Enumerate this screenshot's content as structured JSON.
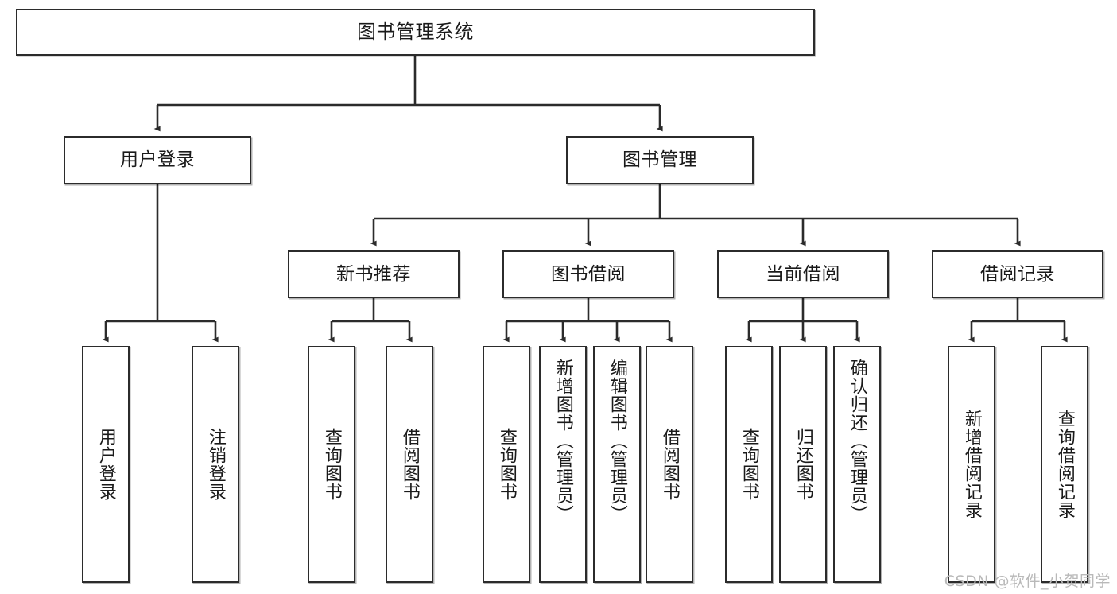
{
  "diagram": {
    "title": "图书管理系统",
    "type": "tree",
    "colors": {
      "box_border": "#2b2b2b",
      "box_fill": "#ffffff",
      "edge": "#2b2b2b",
      "text": "#1a1a1a",
      "watermark": "#b9b9b9"
    },
    "root": {
      "label": "图书管理系统"
    },
    "level1": [
      {
        "id": "user-login",
        "label": "用户登录"
      },
      {
        "id": "book-management",
        "label": "图书管理"
      }
    ],
    "level2": [
      {
        "id": "new-book-recommend",
        "label": "新书推荐",
        "parent": "book-management"
      },
      {
        "id": "book-borrow",
        "label": "图书借阅",
        "parent": "book-management"
      },
      {
        "id": "current-borrow",
        "label": "当前借阅",
        "parent": "book-management"
      },
      {
        "id": "borrow-record",
        "label": "借阅记录",
        "parent": "book-management"
      }
    ],
    "leaves": {
      "user-login": [
        {
          "id": "leaf-user-login",
          "label": "用户登录"
        },
        {
          "id": "leaf-logout",
          "label": "注销登录"
        }
      ],
      "new-book-recommend": [
        {
          "id": "leaf-query-book-1",
          "label": "查询图书"
        },
        {
          "id": "leaf-borrow-book-1",
          "label": "借阅图书"
        }
      ],
      "book-borrow": [
        {
          "id": "leaf-query-book-2",
          "label": "查询图书"
        },
        {
          "id": "leaf-add-book",
          "label": "新增图书（管理员）"
        },
        {
          "id": "leaf-edit-book",
          "label": "编辑图书（管理员）"
        },
        {
          "id": "leaf-borrow-book-2",
          "label": "借阅图书"
        }
      ],
      "current-borrow": [
        {
          "id": "leaf-query-book-3",
          "label": "查询图书"
        },
        {
          "id": "leaf-return-book",
          "label": "归还图书"
        },
        {
          "id": "leaf-confirm-return",
          "label": "确认归还（管理员）"
        }
      ],
      "borrow-record": [
        {
          "id": "leaf-add-record",
          "label": "新增借阅记录"
        },
        {
          "id": "leaf-query-record",
          "label": "查询借阅记录"
        }
      ]
    }
  },
  "watermark": {
    "text": "CSDN @软件_小贺同学"
  }
}
